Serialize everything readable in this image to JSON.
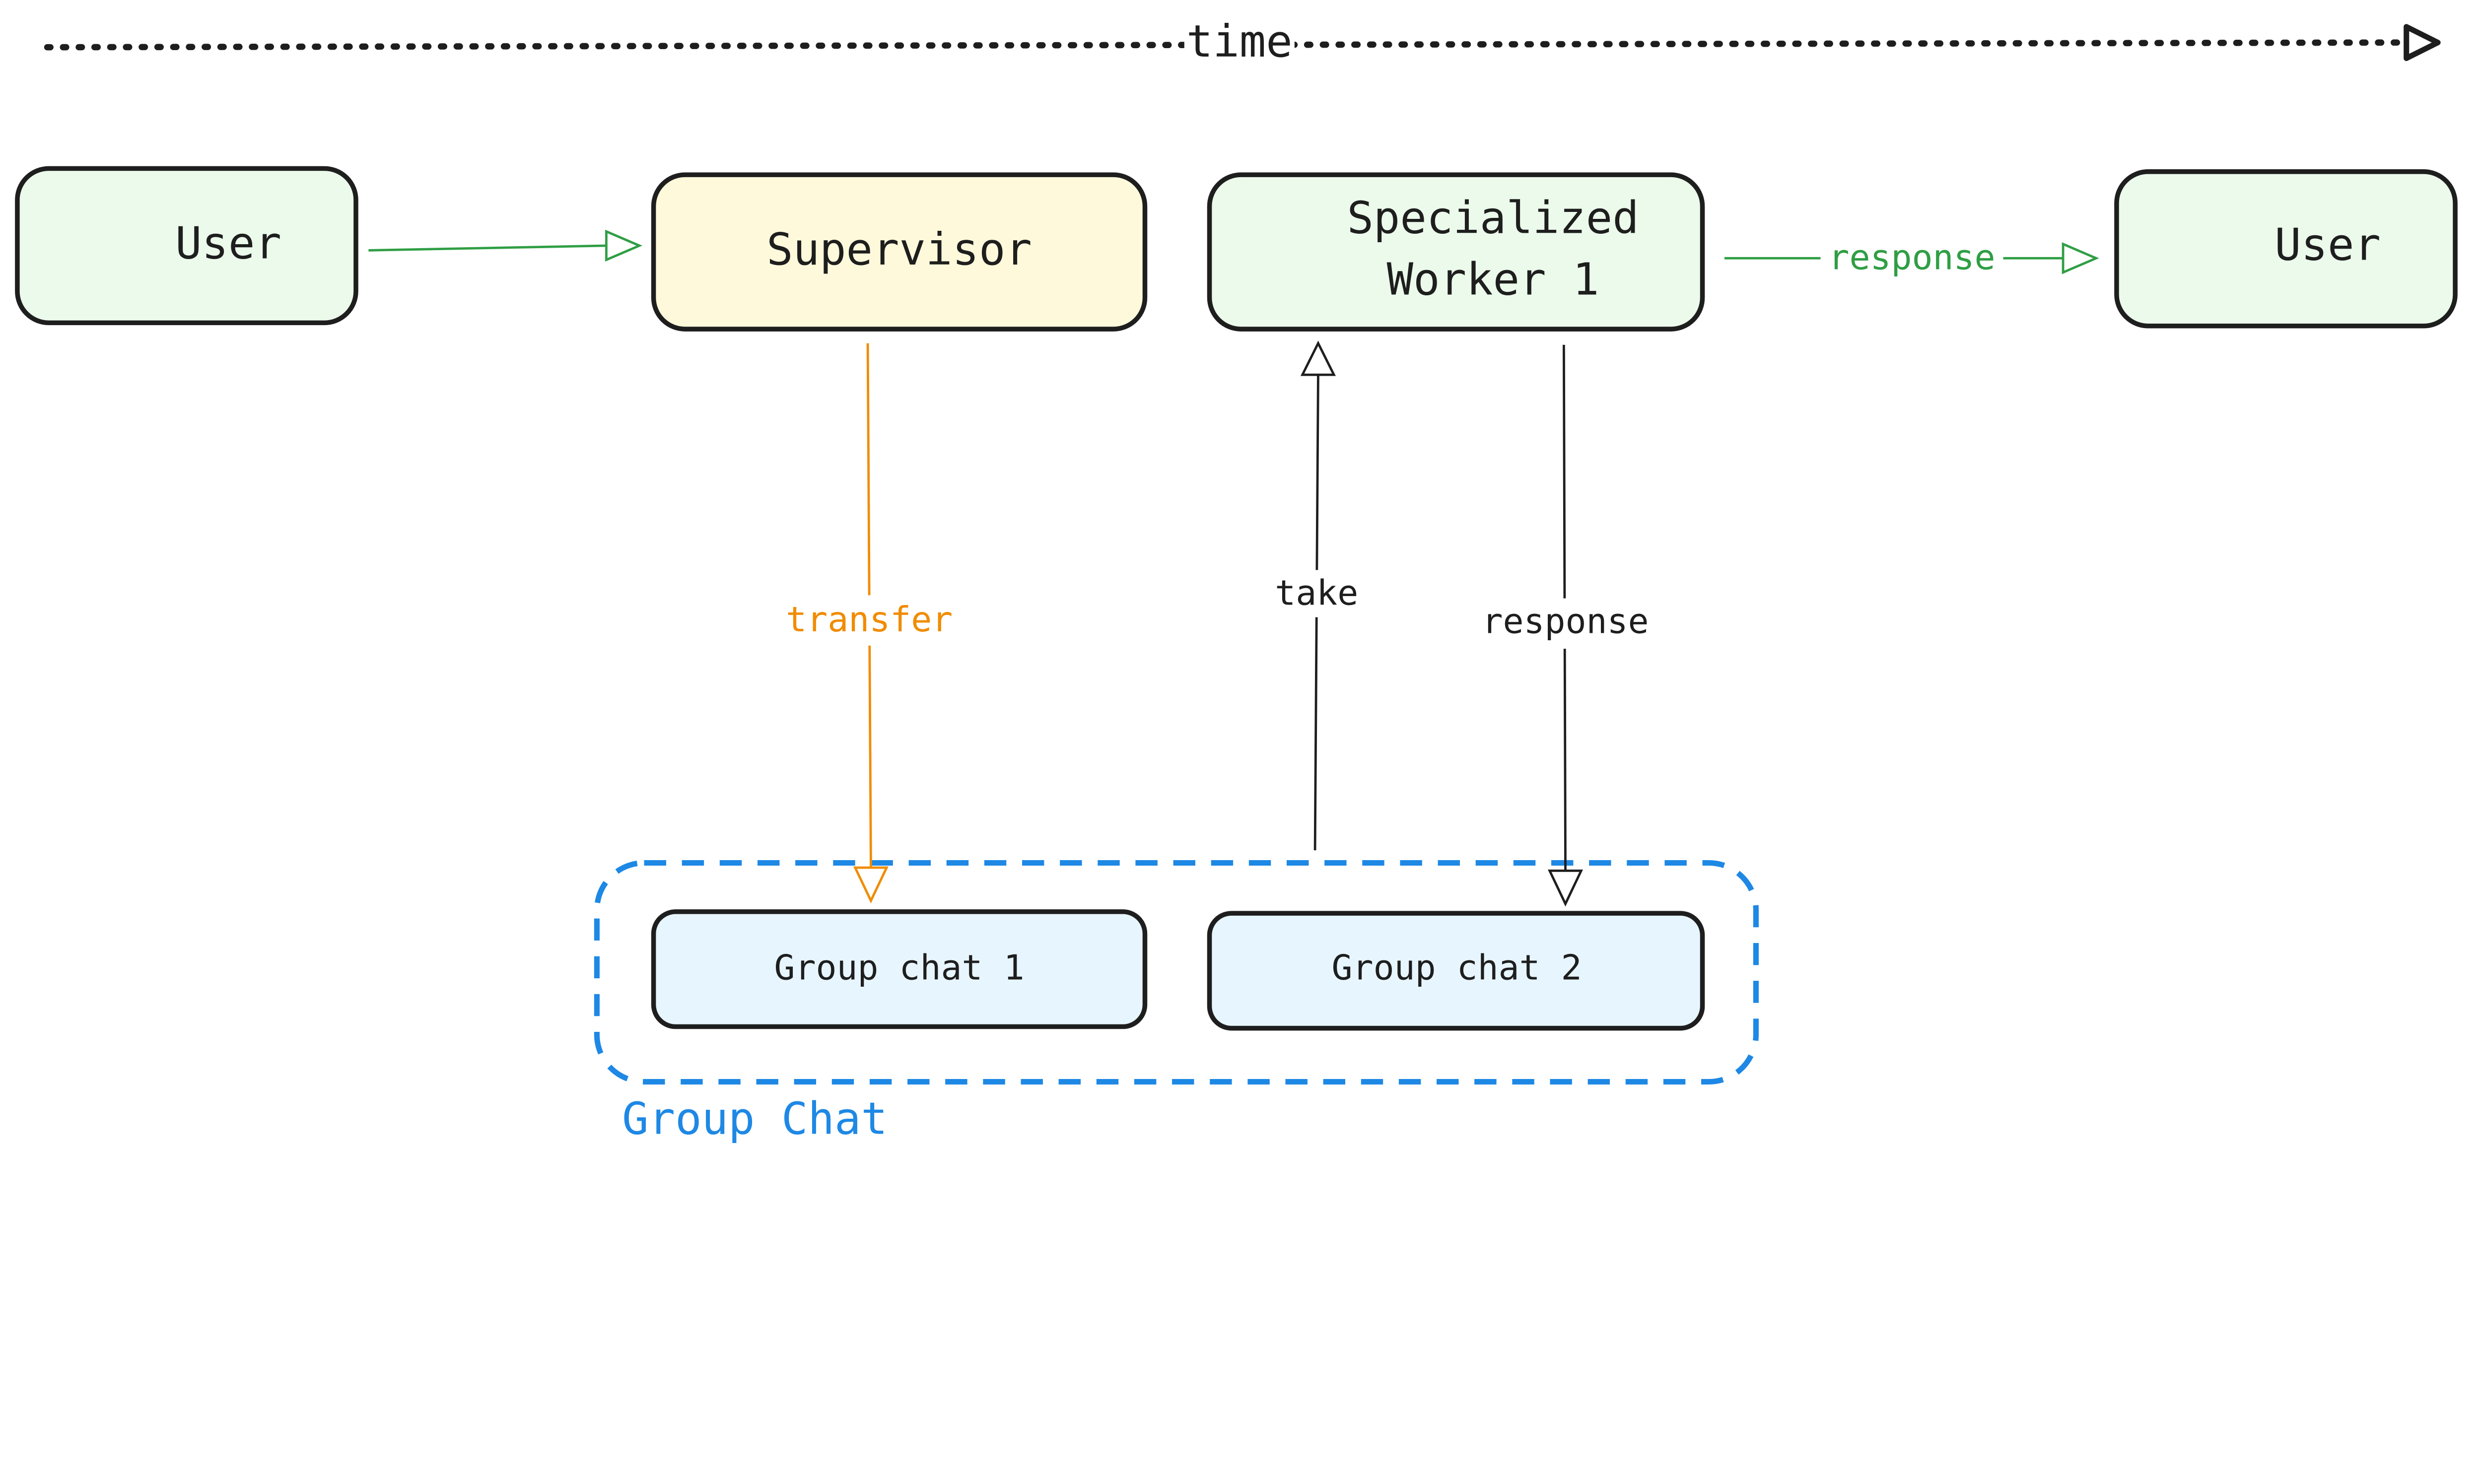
{
  "timeline": {
    "label": "time"
  },
  "nodes": {
    "user_start": "User",
    "supervisor": "Supervisor",
    "worker_line1": "Specialized",
    "worker_line2": "Worker 1",
    "user_end": "User",
    "group_chat_1": "Group chat 1",
    "group_chat_2": "Group chat 2"
  },
  "group": {
    "label": "Group Chat"
  },
  "edges": {
    "transfer": "transfer",
    "take": "take",
    "response_down": "response",
    "response_right": "response"
  },
  "colors": {
    "green_fill": "#ebfaeb",
    "yellow_fill": "#fff9db",
    "blue_fill": "#e7f5ff",
    "green_stroke": "#2f9e44",
    "orange": "#f08c00",
    "blue": "#1e88e5",
    "ink": "#1e1e1e"
  }
}
